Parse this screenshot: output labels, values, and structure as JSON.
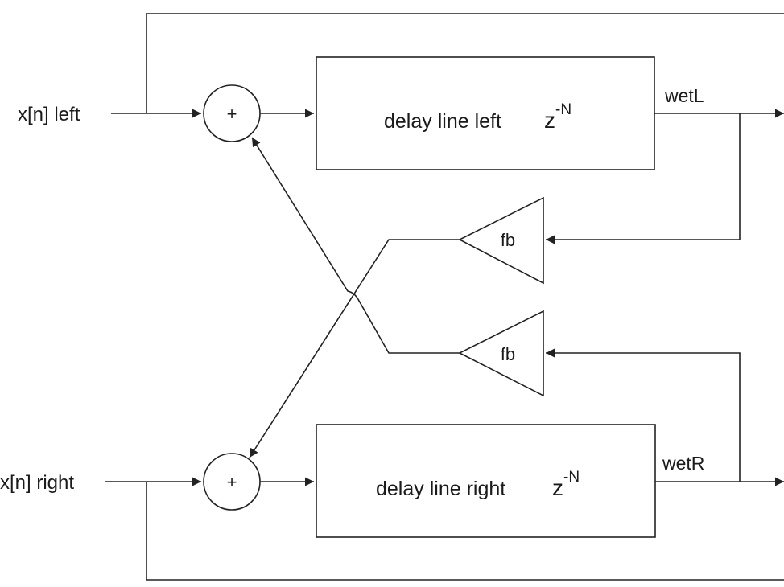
{
  "inputs": {
    "left_label": "x[n] left",
    "right_label": "x[n] right"
  },
  "delay_lines": {
    "left": {
      "label": "delay line left",
      "z_base": "z",
      "z_exponent": "-N"
    },
    "right": {
      "label": "delay line right",
      "z_base": "z",
      "z_exponent": "-N"
    }
  },
  "outputs": {
    "left_label": "wetL",
    "right_label": "wetR"
  },
  "summers": {
    "left_sign": "+",
    "right_sign": "+"
  },
  "feedback": {
    "upper_gain_label": "fb",
    "lower_gain_label": "fb"
  },
  "colors": {
    "stroke": "#222222",
    "background": "#ffffff"
  }
}
